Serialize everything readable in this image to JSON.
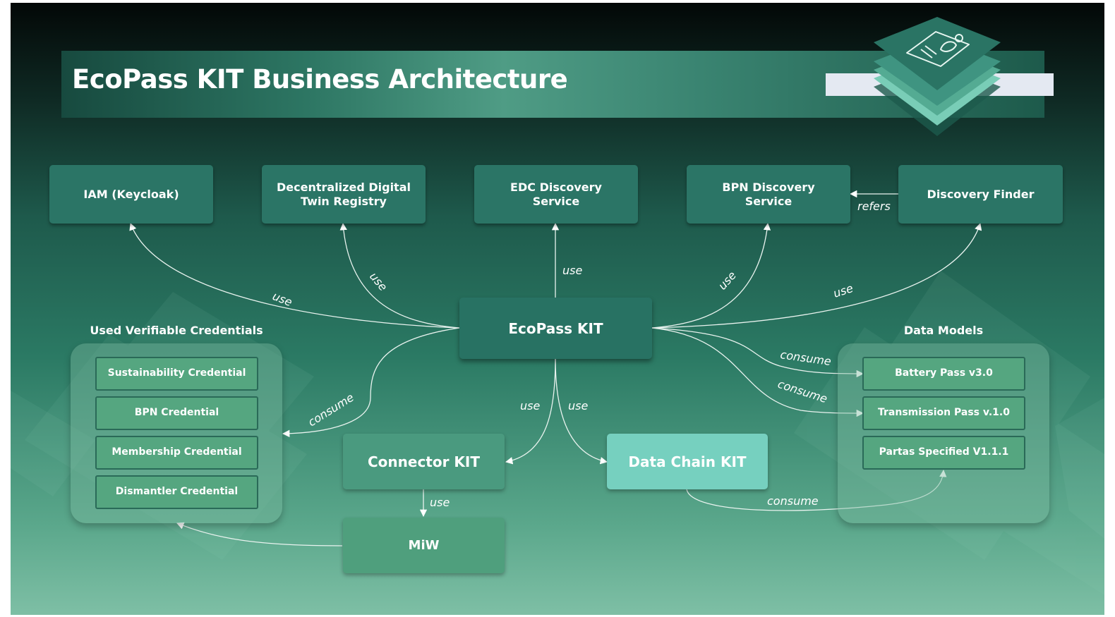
{
  "title": "EcoPass KIT Business Architecture",
  "colors": {
    "background_dark": "#030807",
    "background_light": "#7ebfa5",
    "node_fill": "#2b7566",
    "credential_fill": "#55a680",
    "data_chain_fill": "#76d0bf",
    "miw_fill": "#4f9f7d",
    "connector_fill": "#4a9a7f"
  },
  "nodes": {
    "iam": "IAM (Keycloak)",
    "ddtr": "Decentralized Digital Twin Registry",
    "edc": "EDC Discovery Service",
    "bpn": "BPN Discovery Service",
    "finder": "Discovery Finder",
    "hub": "EcoPass KIT",
    "connector": "Connector KIT",
    "datachain": "Data Chain KIT",
    "miw": "MiW"
  },
  "credentials": {
    "title": "Used Verifiable Credentials",
    "items": [
      "Sustainability Credential",
      "BPN Credential",
      "Membership Credential",
      "Dismantler Credential"
    ]
  },
  "data_models": {
    "title": "Data Models",
    "items": [
      "Battery Pass v3.0",
      "Transmission Pass v.1.0",
      "Partas Specified V1.1.1"
    ]
  },
  "edge_labels": {
    "hub_iam": "use",
    "hub_ddtr": "use",
    "hub_edc": "use",
    "hub_bpn": "use",
    "hub_finder": "use",
    "finder_bpn": "refers",
    "hub_credentials": "consume",
    "hub_connector": "use",
    "hub_datachain": "use",
    "hub_battery": "consume",
    "hub_transmission": "consume",
    "connector_miw": "use",
    "datachain_partas": "consume"
  }
}
